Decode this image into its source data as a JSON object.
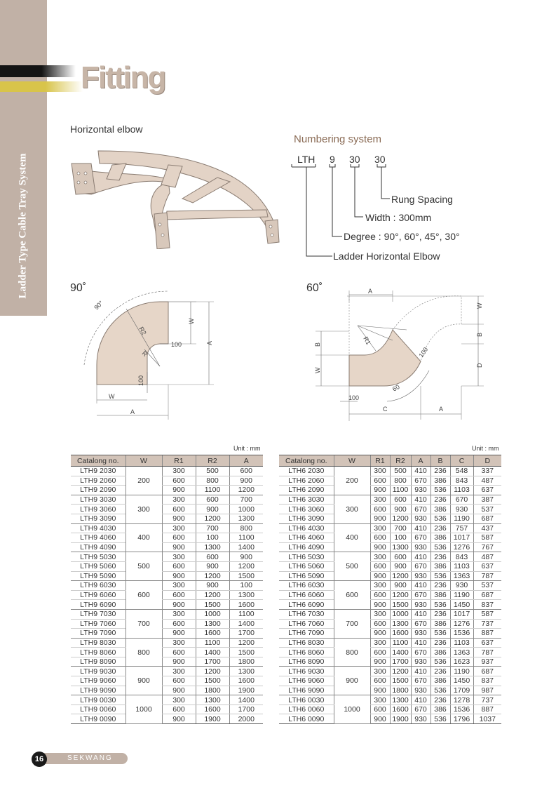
{
  "sidebar": {
    "title": "Ladder Type Cable Tray System"
  },
  "header": {
    "title": "Fitting"
  },
  "product": {
    "name": "Horizontal elbow"
  },
  "numbering": {
    "title": "Numbering system",
    "codes": [
      "LTH",
      "9",
      "30",
      "30"
    ],
    "labels": [
      "Rung Spacing",
      "Width : 300mm",
      "Degree : 90°, 60°, 45°, 30°",
      "Ladder Horizontal Elbow"
    ]
  },
  "diagram90": {
    "title": "90˚",
    "labels": {
      "angle": "90°",
      "r2": "R2",
      "r": "R",
      "w_right": "W",
      "a_right": "A",
      "d100_right": "100",
      "d100_bottom": "100",
      "w_bottom": "W",
      "a_bottom": "A"
    }
  },
  "diagram60": {
    "title": "60˚",
    "labels": {
      "a_top": "A",
      "w_right_top": "W",
      "b_right": "B",
      "d_right": "D",
      "b_left": "B",
      "w_left": "W",
      "r1": "R1",
      "d100_diag": "100",
      "d60": "60",
      "d100_bottom": "100",
      "c_bottom": "C",
      "a_bottom": "A"
    }
  },
  "unit_label": "Unit : mm",
  "table90": {
    "headers": [
      "Catalong no.",
      "W",
      "R1",
      "R2",
      "A"
    ],
    "groups": [
      {
        "w": "200",
        "rows": [
          [
            "LTH9 2030",
            "300",
            "500",
            "600"
          ],
          [
            "LTH9 2060",
            "600",
            "800",
            "900"
          ],
          [
            "LTH9 2090",
            "900",
            "1100",
            "1200"
          ]
        ]
      },
      {
        "w": "300",
        "rows": [
          [
            "LTH9 3030",
            "300",
            "600",
            "700"
          ],
          [
            "LTH9 3060",
            "600",
            "900",
            "1000"
          ],
          [
            "LTH9 3090",
            "900",
            "1200",
            "1300"
          ]
        ]
      },
      {
        "w": "400",
        "rows": [
          [
            "LTH9 4030",
            "300",
            "700",
            "800"
          ],
          [
            "LTH9 4060",
            "600",
            "100",
            "1100"
          ],
          [
            "LTH9 4090",
            "900",
            "1300",
            "1400"
          ]
        ]
      },
      {
        "w": "500",
        "rows": [
          [
            "LTH9 5030",
            "300",
            "600",
            "900"
          ],
          [
            "LTH9 5060",
            "600",
            "900",
            "1200"
          ],
          [
            "LTH9 5090",
            "900",
            "1200",
            "1500"
          ]
        ]
      },
      {
        "w": "600",
        "rows": [
          [
            "LTH9 6030",
            "300",
            "900",
            "100"
          ],
          [
            "LTH9 6060",
            "600",
            "1200",
            "1300"
          ],
          [
            "LTH9 6090",
            "900",
            "1500",
            "1600"
          ]
        ]
      },
      {
        "w": "700",
        "rows": [
          [
            "LTH9 7030",
            "300",
            "1000",
            "1100"
          ],
          [
            "LTH9 7060",
            "600",
            "1300",
            "1400"
          ],
          [
            "LTH9 7090",
            "900",
            "1600",
            "1700"
          ]
        ]
      },
      {
        "w": "800",
        "rows": [
          [
            "LTH9 8030",
            "300",
            "1100",
            "1200"
          ],
          [
            "LTH9 8060",
            "600",
            "1400",
            "1500"
          ],
          [
            "LTH9 8090",
            "900",
            "1700",
            "1800"
          ]
        ]
      },
      {
        "w": "900",
        "rows": [
          [
            "LTH9 9030",
            "300",
            "1200",
            "1300"
          ],
          [
            "LTH9 9060",
            "600",
            "1500",
            "1600"
          ],
          [
            "LTH9 9090",
            "900",
            "1800",
            "1900"
          ]
        ]
      },
      {
        "w": "1000",
        "rows": [
          [
            "LTH9 0030",
            "300",
            "1300",
            "1400"
          ],
          [
            "LTH9 0060",
            "600",
            "1600",
            "1700"
          ],
          [
            "LTH9 0090",
            "900",
            "1900",
            "2000"
          ]
        ]
      }
    ]
  },
  "table60": {
    "headers": [
      "Catalong no.",
      "W",
      "R1",
      "R2",
      "A",
      "B",
      "C",
      "D"
    ],
    "groups": [
      {
        "w": "200",
        "rows": [
          [
            "LTH6 2030",
            "300",
            "500",
            "410",
            "236",
            "548",
            "337"
          ],
          [
            "LTH6 2060",
            "600",
            "800",
            "670",
            "386",
            "843",
            "487"
          ],
          [
            "LTH6 2090",
            "900",
            "1100",
            "930",
            "536",
            "1103",
            "637"
          ]
        ]
      },
      {
        "w": "300",
        "rows": [
          [
            "LTH6 3030",
            "300",
            "600",
            "410",
            "236",
            "670",
            "387"
          ],
          [
            "LTH6 3060",
            "600",
            "900",
            "670",
            "386",
            "930",
            "537"
          ],
          [
            "LTH6 3090",
            "900",
            "1200",
            "930",
            "536",
            "1190",
            "687"
          ]
        ]
      },
      {
        "w": "400",
        "rows": [
          [
            "LTH6 4030",
            "300",
            "700",
            "410",
            "236",
            "757",
            "437"
          ],
          [
            "LTH6 4060",
            "600",
            "100",
            "670",
            "386",
            "1017",
            "587"
          ],
          [
            "LTH6 4090",
            "900",
            "1300",
            "930",
            "536",
            "1276",
            "767"
          ]
        ]
      },
      {
        "w": "500",
        "rows": [
          [
            "LTH6 5030",
            "300",
            "600",
            "410",
            "236",
            "843",
            "487"
          ],
          [
            "LTH6 5060",
            "600",
            "900",
            "670",
            "386",
            "1103",
            "637"
          ],
          [
            "LTH6 5090",
            "900",
            "1200",
            "930",
            "536",
            "1363",
            "787"
          ]
        ]
      },
      {
        "w": "600",
        "rows": [
          [
            "LTH6 6030",
            "300",
            "900",
            "410",
            "236",
            "930",
            "537"
          ],
          [
            "LTH6 6060",
            "600",
            "1200",
            "670",
            "386",
            "1190",
            "687"
          ],
          [
            "LTH6 6090",
            "900",
            "1500",
            "930",
            "536",
            "1450",
            "837"
          ]
        ]
      },
      {
        "w": "700",
        "rows": [
          [
            "LTH6 7030",
            "300",
            "1000",
            "410",
            "236",
            "1017",
            "587"
          ],
          [
            "LTH6 7060",
            "600",
            "1300",
            "670",
            "386",
            "1276",
            "737"
          ],
          [
            "LTH6 7090",
            "900",
            "1600",
            "930",
            "536",
            "1536",
            "887"
          ]
        ]
      },
      {
        "w": "800",
        "rows": [
          [
            "LTH6 8030",
            "300",
            "1100",
            "410",
            "236",
            "1103",
            "637"
          ],
          [
            "LTH6 8060",
            "600",
            "1400",
            "670",
            "386",
            "1363",
            "787"
          ],
          [
            "LTH6 8090",
            "900",
            "1700",
            "930",
            "536",
            "1623",
            "937"
          ]
        ]
      },
      {
        "w": "900",
        "rows": [
          [
            "LTH6 9030",
            "300",
            "1200",
            "410",
            "236",
            "1190",
            "687"
          ],
          [
            "LTH6 9060",
            "600",
            "1500",
            "670",
            "386",
            "1450",
            "837"
          ],
          [
            "LTH6 9090",
            "900",
            "1800",
            "930",
            "536",
            "1709",
            "987"
          ]
        ]
      },
      {
        "w": "1000",
        "rows": [
          [
            "LTH6 0030",
            "300",
            "1300",
            "410",
            "236",
            "1278",
            "737"
          ],
          [
            "LTH6 0060",
            "600",
            "1600",
            "670",
            "386",
            "1536",
            "887"
          ],
          [
            "LTH6 0090",
            "900",
            "1900",
            "930",
            "536",
            "1796",
            "1037"
          ]
        ]
      }
    ]
  },
  "footer": {
    "page": "16",
    "brand": "SEKWANG"
  }
}
